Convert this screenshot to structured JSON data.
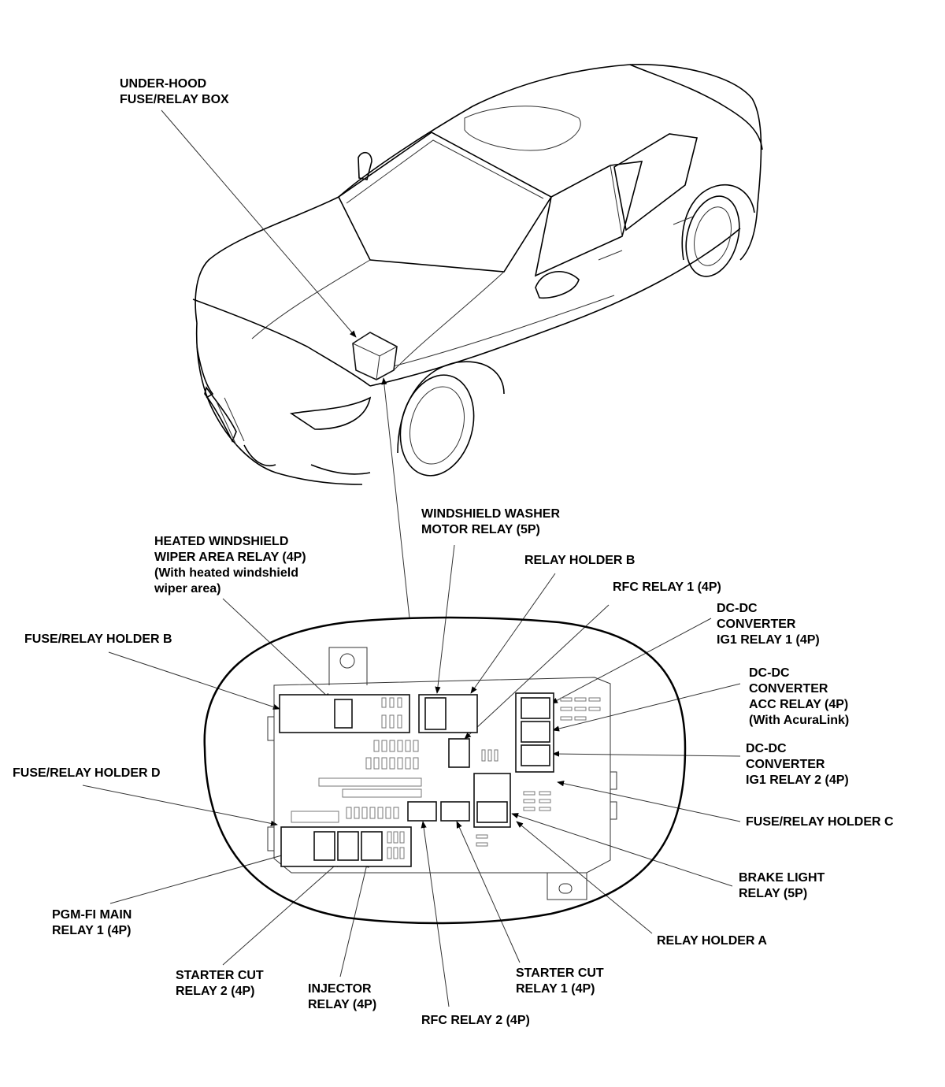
{
  "labels": {
    "under_hood_box": [
      "UNDER-HOOD",
      "FUSE/RELAY BOX"
    ],
    "windshield_washer_relay": [
      "WINDSHIELD WASHER",
      "MOTOR RELAY (5P)"
    ],
    "heated_wiper_relay": [
      "HEATED WINDSHIELD",
      "WIPER AREA RELAY (4P)",
      "(With heated windshield",
      "wiper area)"
    ],
    "relay_holder_b": [
      "RELAY HOLDER B"
    ],
    "rfc_relay_1": [
      "RFC RELAY 1 (4P)"
    ],
    "dcdc_ig1_relay_1": [
      "DC-DC",
      "CONVERTER",
      "IG1 RELAY 1 (4P)"
    ],
    "fuse_relay_holder_b": [
      "FUSE/RELAY HOLDER B"
    ],
    "dcdc_acc_relay": [
      "DC-DC",
      "CONVERTER",
      "ACC RELAY (4P)",
      "(With AcuraLink)"
    ],
    "dcdc_ig1_relay_2": [
      "DC-DC",
      "CONVERTER",
      "IG1 RELAY 2 (4P)"
    ],
    "fuse_relay_holder_d": [
      "FUSE/RELAY HOLDER D"
    ],
    "fuse_relay_holder_c": [
      "FUSE/RELAY HOLDER C"
    ],
    "brake_light_relay": [
      "BRAKE LIGHT",
      "RELAY (5P)"
    ],
    "pgm_fi_main_relay": [
      "PGM-FI MAIN",
      "RELAY 1 (4P)"
    ],
    "relay_holder_a": [
      "RELAY HOLDER A"
    ],
    "starter_cut_relay_2": [
      "STARTER CUT",
      "RELAY 2 (4P)"
    ],
    "starter_cut_relay_1": [
      "STARTER CUT",
      "RELAY 1 (4P)"
    ],
    "injector_relay": [
      "INJECTOR",
      "RELAY (4P)"
    ],
    "rfc_relay_2": [
      "RFC RELAY 2 (4P)"
    ]
  }
}
